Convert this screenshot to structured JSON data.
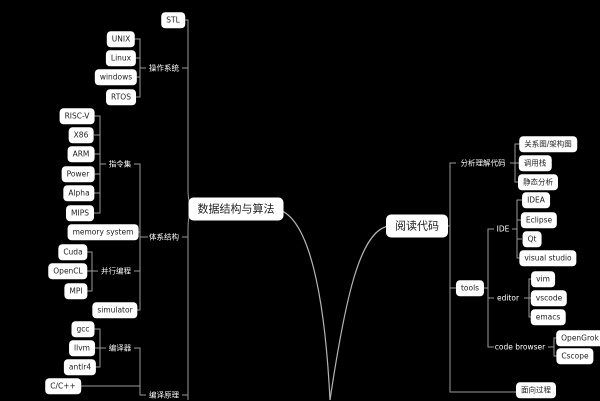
{
  "central_topics": [
    {
      "id": "ds",
      "label": "数据结构与算法"
    },
    {
      "id": "read",
      "label": "阅读代码"
    }
  ],
  "left_branches": {
    "stl": "STL",
    "os": {
      "label": "操作系统",
      "items": [
        "UNIX",
        "Linux",
        "windows",
        "RTOS"
      ]
    },
    "arch": {
      "label": "体系结构",
      "isa": {
        "label": "指令集",
        "items": [
          "RISC-V",
          "X86",
          "ARM",
          "Power",
          "Alpha",
          "MIPS"
        ]
      },
      "memory": "memory system",
      "parallel": {
        "label": "并行编程",
        "items": [
          "Cuda",
          "OpenCL",
          "MPI"
        ]
      },
      "simulator": "simulator"
    },
    "compile": {
      "label": "编译原理",
      "compiler": {
        "label": "编译器",
        "items": [
          "gcc",
          "llvm",
          "antlr4"
        ]
      },
      "lang": "C/C++"
    }
  },
  "right_branches": {
    "analysis": {
      "label": "分析理解代码",
      "items": [
        "关系图/架构图",
        "调用栈",
        "静态分析"
      ]
    },
    "tools": {
      "label": "tools",
      "ide": {
        "label": "IDE",
        "items": [
          "IDEA",
          "Eclipse",
          "Qt",
          "visual studio"
        ]
      },
      "editor": {
        "label": "editor",
        "items": [
          "vim",
          "vscode",
          "emacs"
        ]
      },
      "browser": {
        "label": "code browser",
        "items": [
          "OpenGrok",
          "Cscope"
        ]
      }
    },
    "oop": "面向过程"
  }
}
